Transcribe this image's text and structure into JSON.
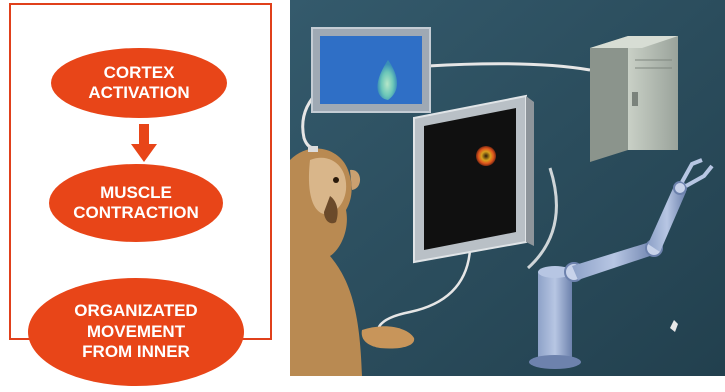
{
  "flow": {
    "steps": [
      {
        "label": "CORTEX\nACTIVATION"
      },
      {
        "label": "MUSCLE\nCONTRACTION"
      },
      {
        "label": "ORGANIZATED\nMOVEMENT\nFROM INNER"
      }
    ]
  },
  "colors": {
    "accent": "#e84518",
    "frame": "#e0401b",
    "illustration_bg": "#2d4f60"
  },
  "illustration": {
    "subject": "monkey-brain-computer-interface",
    "icons": [
      "monitor-icon",
      "computer-tower-icon",
      "robotic-arm-icon",
      "monkey-icon",
      "electrode-cable-icon"
    ]
  }
}
